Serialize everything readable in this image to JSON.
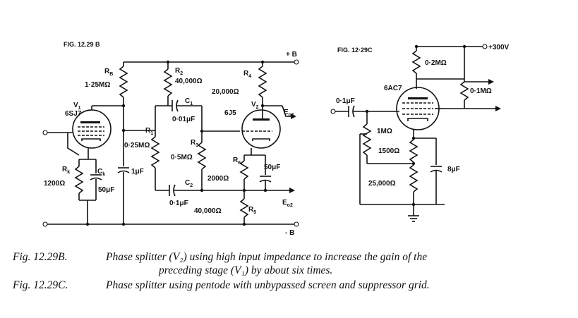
{
  "fig_b": {
    "title": "FIG. 12.29 B",
    "plus_b": "+ B",
    "minus_b": "- B",
    "rb": "R",
    "rb_sub": "B",
    "rb_val": "1·25MΩ",
    "v1": "V",
    "v1_sub": "1",
    "v1_type": "6SJ7",
    "rk": "R",
    "rk_sub": "k",
    "rk_val": "1200Ω",
    "ck": "C",
    "ck_sub": "k",
    "ck_val": "50μF",
    "c1uf": "1μF",
    "r1": "R",
    "r1_sub": "1",
    "r1_val": "0·25MΩ",
    "r2": "R",
    "r2_sub": "2",
    "r2_val": "40,000Ω",
    "c1": "C",
    "c1_sub": "1",
    "c1_val": "0·01μF",
    "r3": "R",
    "r3_sub": "3",
    "r3_val": "0·5MΩ",
    "c2": "C",
    "c2_sub": "2",
    "c2_val": "0·1μF",
    "r4": "R",
    "r4_sub": "4",
    "r4_val": "20,000Ω",
    "v2": "V",
    "v2_sub": "2",
    "v2_type": "6J5",
    "eo1": "E",
    "eo1_sub": "o1",
    "r6": "R",
    "r6_sub": "6",
    "r6_val": "2000Ω",
    "c50": "50μF",
    "eo2": "E",
    "eo2_sub": "o2",
    "r5": "R",
    "r5_sub": "5",
    "r5_val": "40,000Ω"
  },
  "fig_c": {
    "title": "FIG. 12·29C",
    "supply": "+300V",
    "r_plate": "0·2MΩ",
    "tube": "6AC7",
    "r_out": "0·1MΩ",
    "c_in": "0·1μF",
    "r_grid": "1MΩ",
    "r_k1": "1500Ω",
    "r_k2": "25,000Ω",
    "c_bypass": "8μF"
  },
  "captions": [
    {
      "label": "Fig.  12.29B.",
      "line1": "Phase splitter (V₂) using high input impedance to increase the gain of the",
      "line2": "preceding stage (V₁) by about six times."
    },
    {
      "label": "Fig.  12.29C.",
      "line1": "Phase splitter using pentode with unbypassed screen and suppressor grid.",
      "line2": ""
    }
  ]
}
